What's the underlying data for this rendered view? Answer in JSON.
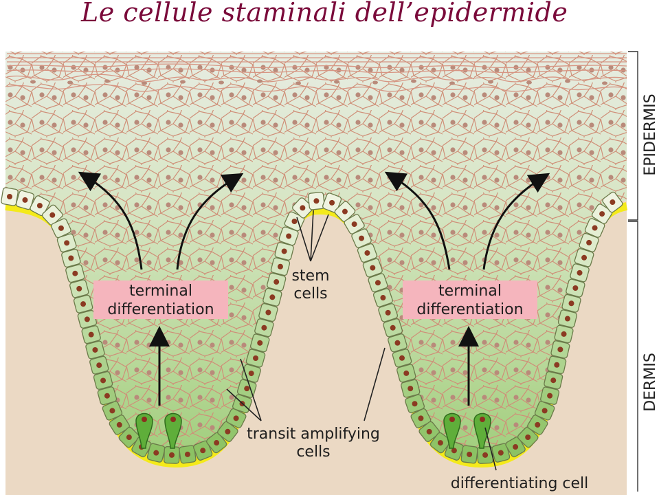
{
  "title": "Le cellule staminali dell’epidermide",
  "labels": {
    "terminal_differentiation_line1": "terminal",
    "terminal_differentiation_line2": "differentiation",
    "stem_cells_line1": "stem",
    "stem_cells_line2": "cells",
    "transit_line1": "transit amplifying",
    "transit_line2": "cells",
    "differentiating_cell": "differentiating cell",
    "epidermis": "EPIDERMIS",
    "dermis": "DERMIS"
  },
  "colors": {
    "title": "#7a0a3a",
    "dermis": "#ebd9c4",
    "basement_membrane": "#f4ea1a",
    "cell_border": "#c9826c",
    "nucleus": "#b27a69",
    "label_box": "#f5b5bd",
    "basal_cell": "#8ac466",
    "stem_cell": "#eef2e4"
  }
}
